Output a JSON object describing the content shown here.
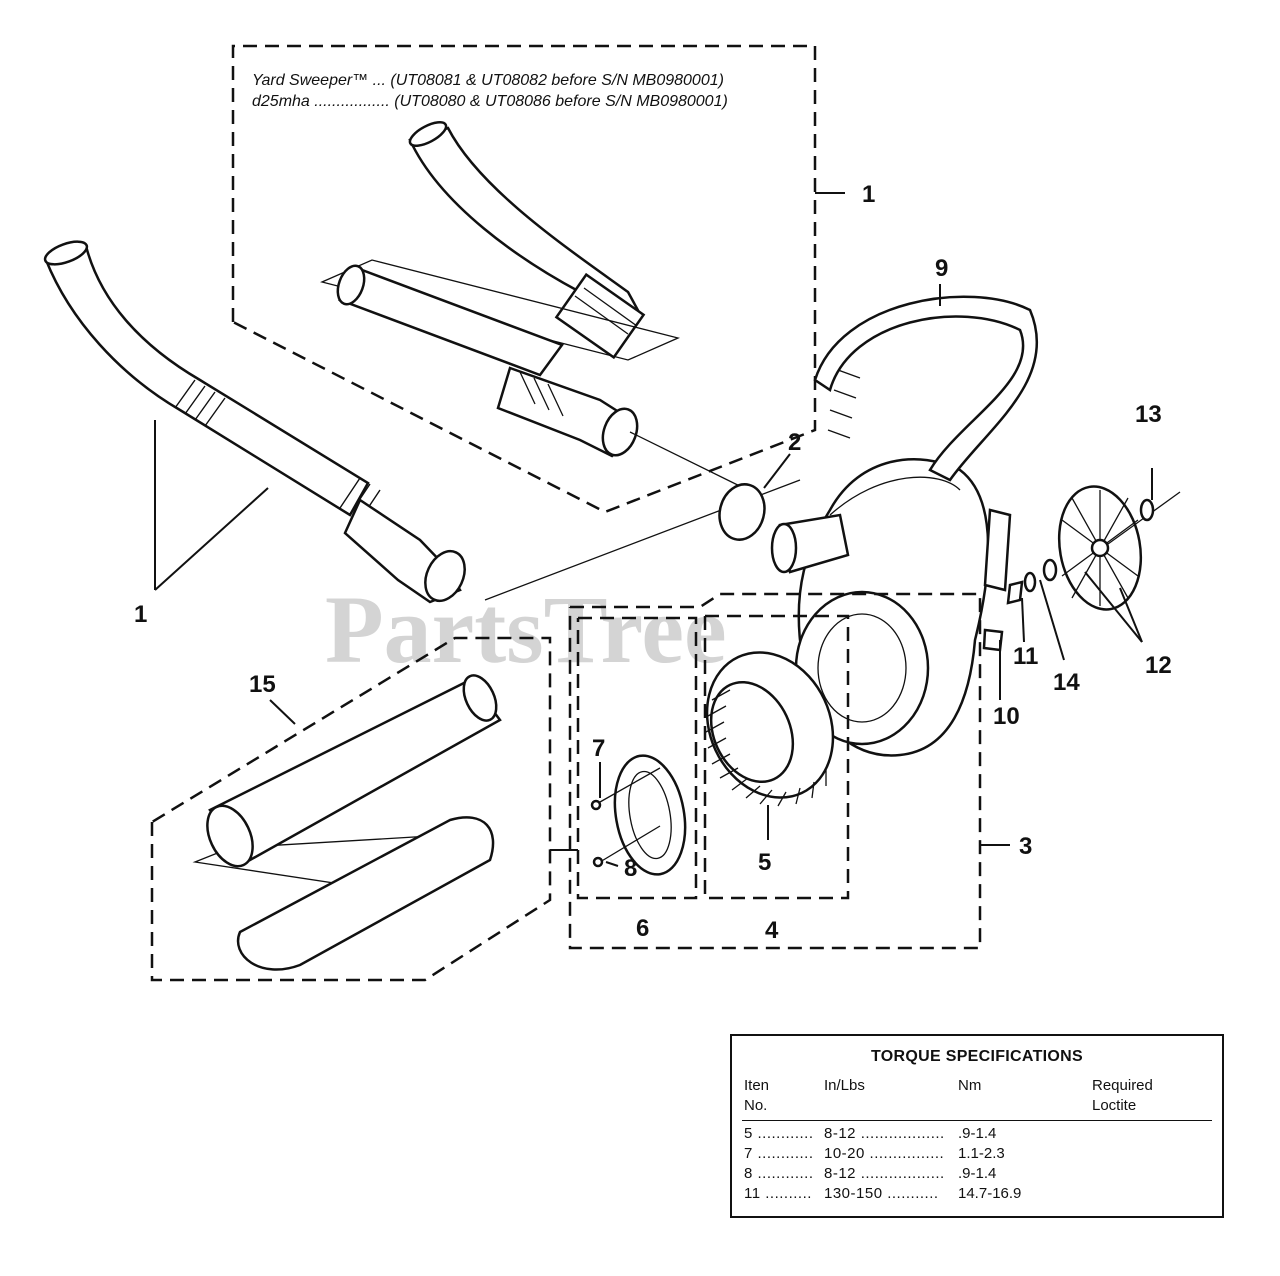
{
  "models": {
    "line1": "Yard Sweeper™ ... (UT08081 & UT08082 before S/N MB0980001)",
    "line2": "d25mha ................. (UT08080 & UT08086 before S/N MB0980001)"
  },
  "watermark": "PartsTree",
  "callouts": {
    "c1a": "1",
    "c1b": "1",
    "c2": "2",
    "c3": "3",
    "c4": "4",
    "c5": "5",
    "c6": "6",
    "c7": "7",
    "c8": "8",
    "c9": "9",
    "c10": "10",
    "c11": "11",
    "c12": "12",
    "c13": "13",
    "c14": "14",
    "c15": "15"
  },
  "torque_table": {
    "title": "TORQUE SPECIFICATIONS",
    "headers": {
      "item_line1": "Iten",
      "item_line2": "No.",
      "inlbs": "In/Lbs",
      "nm": "Nm",
      "loctite_line1": "Required",
      "loctite_line2": "Loctite"
    },
    "rows": [
      {
        "item": "5 ............",
        "inlbs": "8-12 ..................",
        "nm": ".9-1.4"
      },
      {
        "item": "7 ............",
        "inlbs": "10-20 ................",
        "nm": "1.1-2.3"
      },
      {
        "item": "8 ............",
        "inlbs": "8-12 ..................",
        "nm": ".9-1.4"
      },
      {
        "item": "11 ..........",
        "inlbs": "130-150 ...........",
        "nm": "14.7-16.9"
      }
    ]
  }
}
